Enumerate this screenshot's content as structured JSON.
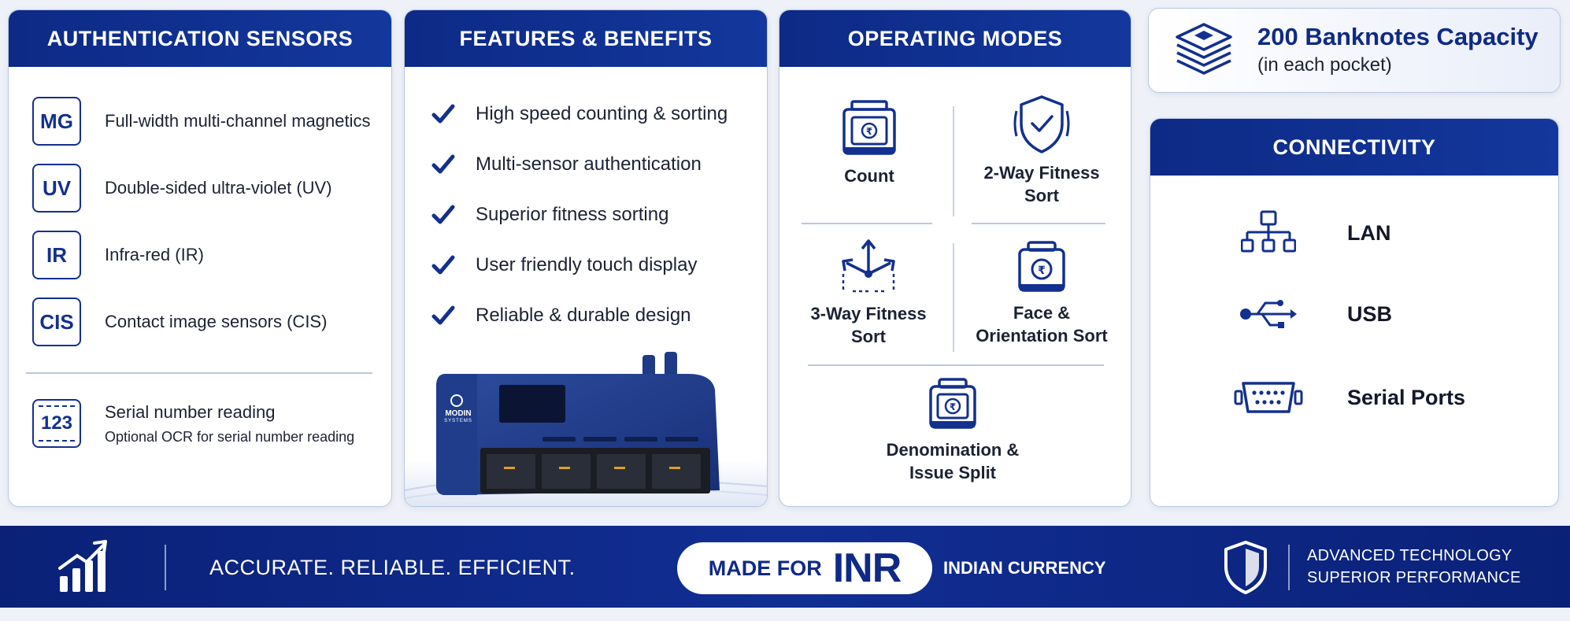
{
  "auth": {
    "title": "AUTHENTICATION SENSORS",
    "sensors": [
      {
        "code": "MG",
        "label": "Full-width multi-channel magnetics"
      },
      {
        "code": "UV",
        "label": "Double-sided ultra-violet (UV)"
      },
      {
        "code": "IR",
        "label": "Infra-red (IR)"
      },
      {
        "code": "CIS",
        "label": "Contact image sensors (CIS)"
      }
    ],
    "serial": {
      "code": "123",
      "title": "Serial number reading",
      "subtitle": "Optional OCR for serial number reading"
    }
  },
  "features": {
    "title": "FEATURES & BENEFITS",
    "items": [
      "High speed counting & sorting",
      "Multi-sensor authentication",
      "Superior fitness sorting",
      "User friendly touch display",
      "Reliable & durable design"
    ],
    "machine_brand": "MODIN",
    "machine_brand_sub": "SYSTEMS"
  },
  "modes": {
    "title": "OPERATING MODES",
    "items": [
      {
        "line1": "Count",
        "line2": ""
      },
      {
        "line1": "2-Way Fitness",
        "line2": "Sort"
      },
      {
        "line1": "3-Way Fitness",
        "line2": "Sort"
      },
      {
        "line1": "Face &",
        "line2": "Orientation Sort"
      },
      {
        "line1": "Denomination &",
        "line2": "Issue Split"
      }
    ]
  },
  "capacity": {
    "title": "200 Banknotes Capacity",
    "subtitle": "(in each pocket)"
  },
  "connectivity": {
    "title": "CONNECTIVITY",
    "items": [
      "LAN",
      "USB",
      "Serial Ports"
    ]
  },
  "bottom": {
    "tagline": "ACCURATE. RELIABLE. EFFICIENT.",
    "made_for": "MADE FOR",
    "currency_code": "INR",
    "currency_name": "INDIAN CURRENCY",
    "tech_line1": "ADVANCED TECHNOLOGY",
    "tech_line2": "SUPERIOR PERFORMANCE"
  },
  "icons": {
    "mode_icons": [
      "counter-machine-icon",
      "shield-check-icon",
      "three-way-arrows-icon",
      "face-orientation-icon",
      "denomination-icon"
    ],
    "connectivity_icons": [
      "lan-network-icon",
      "usb-icon",
      "serial-port-icon"
    ],
    "bottom_icons": [
      "growth-chart-icon",
      "shield-icon"
    ]
  },
  "colors": {
    "brand_navy": "#0d2a86",
    "accent_blue": "#13308f",
    "panel_border": "#b9c7e3"
  }
}
